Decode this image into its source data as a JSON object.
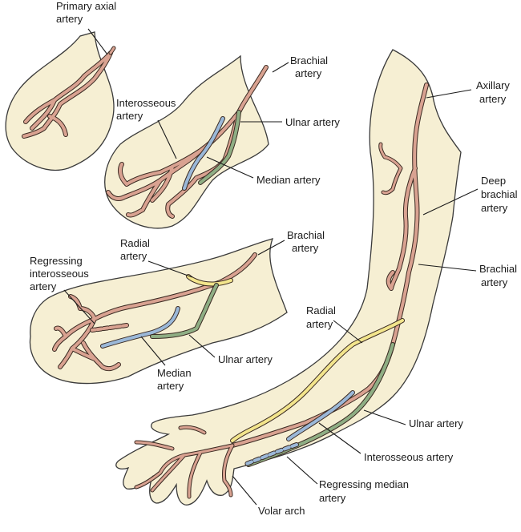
{
  "colors": {
    "limb_fill": "#f6efd3",
    "outline": "#3a3a3a",
    "axial_artery": "#d9a291",
    "radial_artery": "#f3e58c",
    "median_artery": "#9bb8d8",
    "ulnar_artery": "#8fae84"
  },
  "stage1": {
    "primary_axial_artery": [
      "Primary axial",
      "artery"
    ]
  },
  "stage2": {
    "brachial_artery": [
      "Brachial",
      "artery"
    ],
    "interosseous_artery": [
      "Interosseous",
      "artery"
    ],
    "ulnar_artery": "Ulnar artery",
    "median_artery": "Median artery"
  },
  "stage3": {
    "brachial_artery": [
      "Brachial",
      "artery"
    ],
    "radial_artery": [
      "Radial",
      "artery"
    ],
    "regressing_interosseous_artery": [
      "Regressing",
      "interosseous",
      "artery"
    ],
    "ulnar_artery": "Ulnar artery",
    "median_artery": [
      "Median",
      "artery"
    ]
  },
  "stage4": {
    "axillary_artery": [
      "Axillary",
      "artery"
    ],
    "deep_brachial_artery": [
      "Deep",
      "brachial",
      "artery"
    ],
    "brachial_artery": [
      "Brachial",
      "artery"
    ],
    "radial_artery": [
      "Radial",
      "artery"
    ],
    "ulnar_artery": "Ulnar artery",
    "interosseous_artery": "Interosseous artery",
    "regressing_median_artery": [
      "Regressing median",
      "artery"
    ],
    "volar_arch": "Volar arch"
  }
}
